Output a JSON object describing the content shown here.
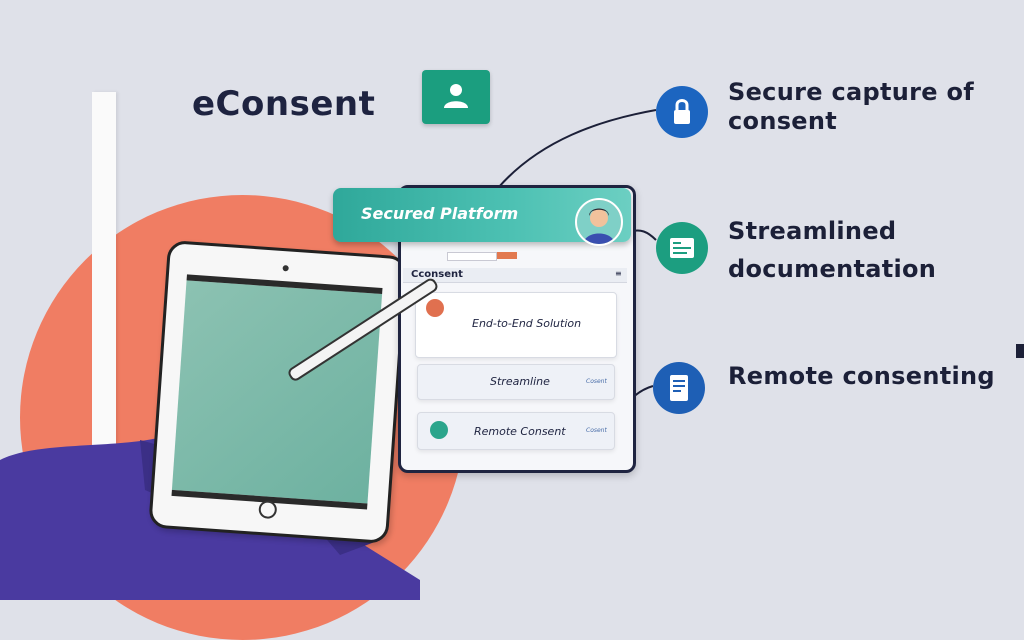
{
  "title": "eConsent",
  "banner": {
    "label": "Secured Platform"
  },
  "phone": {
    "brand": "Cconsent",
    "cards": [
      {
        "label": "End-to-End Solution"
      },
      {
        "label": "Streamline",
        "tag": "Cosent"
      },
      {
        "label": "Remote Consent",
        "tag": "Cosent"
      }
    ]
  },
  "features": [
    {
      "label": "Secure capture of consent",
      "icon": "lock-icon",
      "color": "#1c65c0"
    },
    {
      "label": "Streamlined documentation",
      "icon": "document-icon",
      "color": "#1c9e80"
    },
    {
      "label": "Remote consenting",
      "icon": "form-icon",
      "color": "#1e5fb5"
    }
  ],
  "colors": {
    "accent_circle": "#f07d63",
    "banner": "#2fa89a",
    "text": "#1c2038",
    "sleeve": "#4a3aa0"
  }
}
